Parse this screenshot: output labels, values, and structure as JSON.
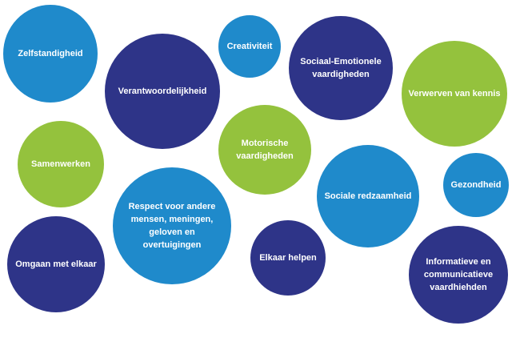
{
  "colors": {
    "navy": "#2e3488",
    "blue": "#1f8acb",
    "green": "#94c23d",
    "text": "#ffffff"
  },
  "bubbles": [
    {
      "label": "Zelfstandigheid"
    },
    {
      "label": "Verantwoordelijkheid"
    },
    {
      "label": "Creativiteit"
    },
    {
      "label": "Sociaal-Emotionele\nvaardigheden"
    },
    {
      "label": "Verwerven van kennis"
    },
    {
      "label": "Samenwerken"
    },
    {
      "label": "Motorische\nvaardigheden"
    },
    {
      "label": "Sociale redzaamheid"
    },
    {
      "label": "Gezondheid"
    },
    {
      "label": "Respect voor andere\nmensen, meningen,\ngeloven en\novertuigingen"
    },
    {
      "label": "Omgaan met elkaar"
    },
    {
      "label": "Elkaar helpen"
    },
    {
      "label": "Informatieve en\ncommunicatieve\nvaardhiehden"
    }
  ]
}
